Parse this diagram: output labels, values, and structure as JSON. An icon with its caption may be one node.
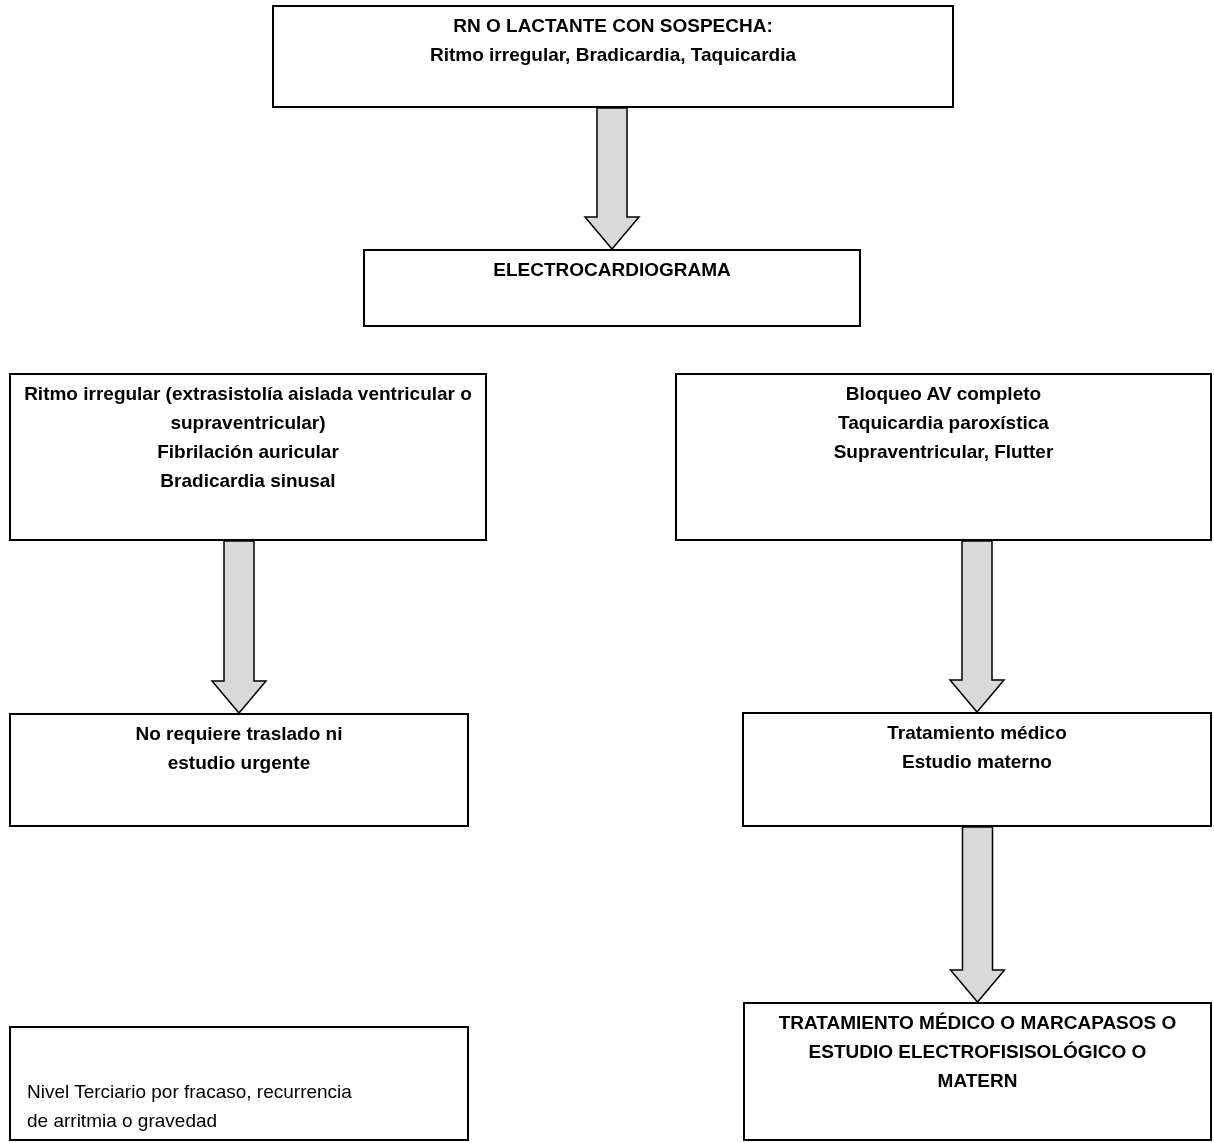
{
  "diagram": {
    "nodes": [
      {
        "text": [
          "RN O LACTANTE CON SOSPECHA:",
          "Ritmo irregular,  Bradicardia, Taquicardia"
        ]
      },
      {
        "text": [
          "ELECTROCARDIOGRAMA"
        ]
      },
      {
        "text": [
          "Ritmo irregular (extrasistolía aislada ventricular o supraventricular)",
          "Fibrilación auricular",
          "Bradicardia sinusal"
        ]
      },
      {
        "text": [
          "Bloqueo AV completo",
          "Taquicardia paroxística",
          "Supraventricular, Flutter"
        ]
      },
      {
        "text": [
          "No requiere traslado ni estudio urgente"
        ]
      },
      {
        "text": [
          "Tratamiento médico",
          "Estudio materno"
        ]
      },
      {
        "text": [
          "TRATAMIENTO MÉDICO O MARCAPASOS O  ESTUDIO ELECTROFISISOLÓGICO O MATERN"
        ]
      },
      {
        "text": [
          "Nivel Terciario por fracaso, recurrencia de arritmia o gravedad"
        ]
      }
    ],
    "edges": [
      {
        "from": 0,
        "to": 1,
        "arrow": "to"
      },
      {
        "from": 2,
        "to": 4,
        "arrow": "to"
      },
      {
        "from": 3,
        "to": 5,
        "arrow": "to"
      },
      {
        "from": 5,
        "to": 6,
        "arrow": "to"
      }
    ]
  }
}
